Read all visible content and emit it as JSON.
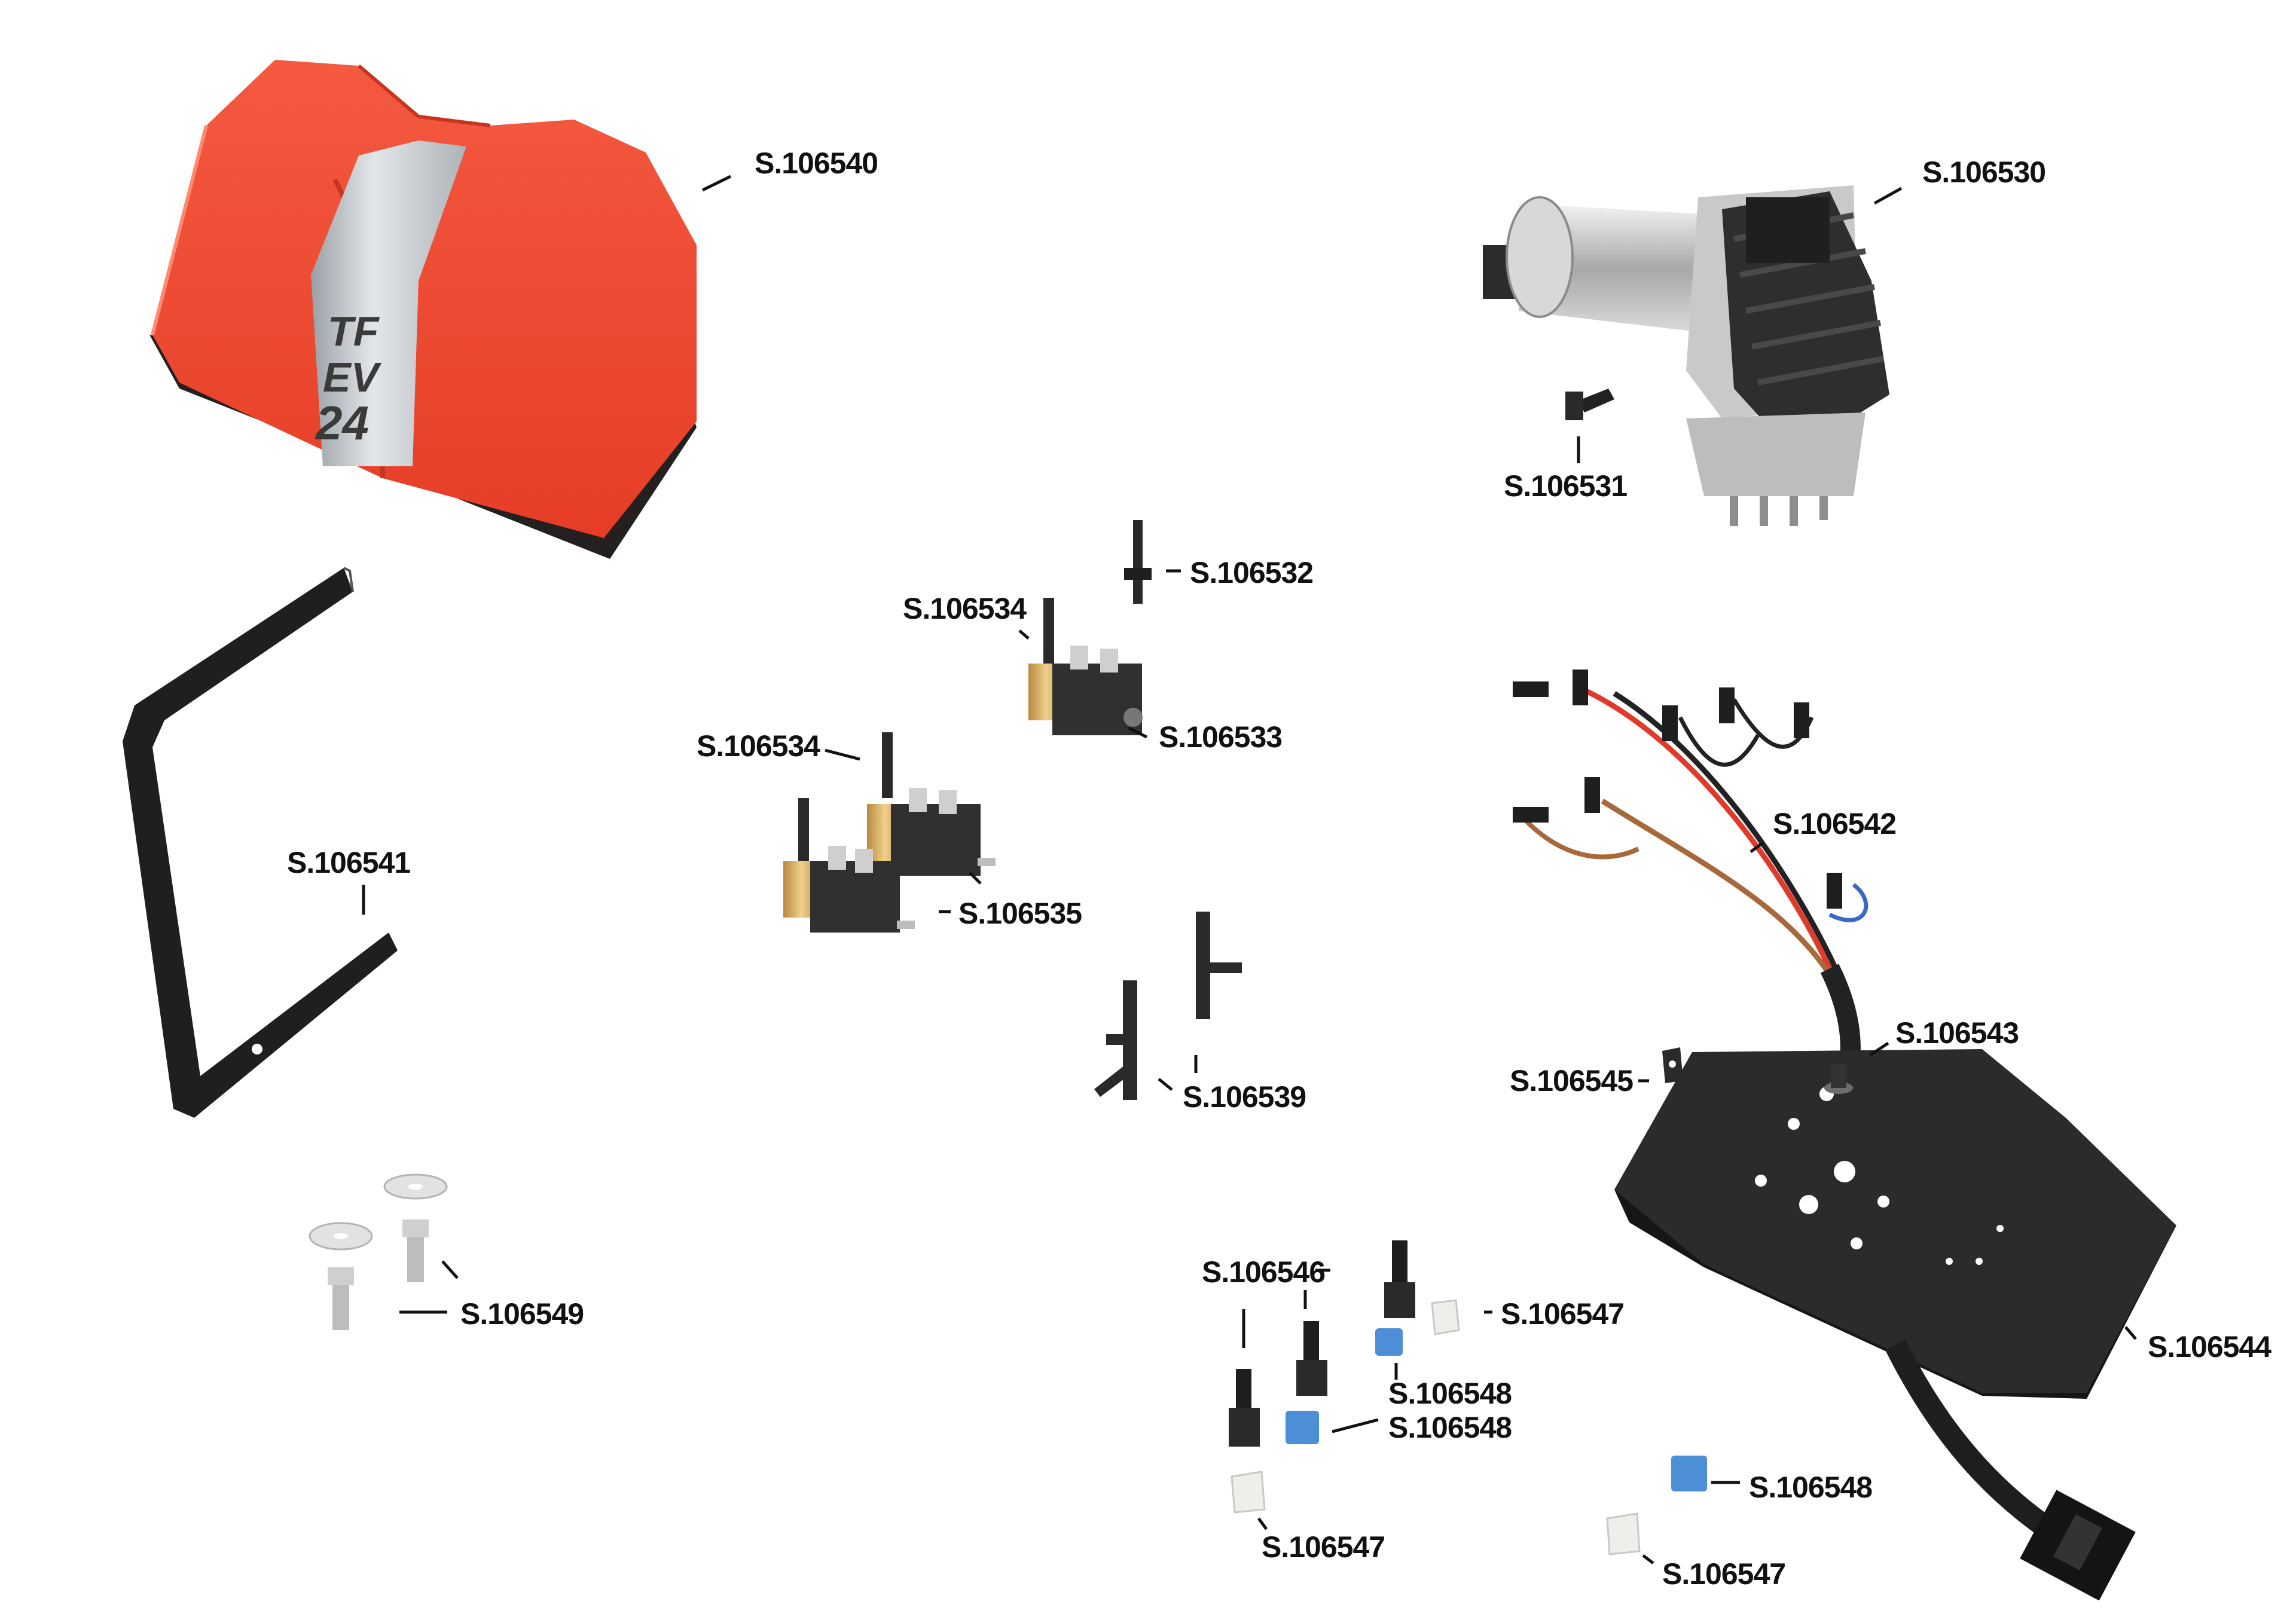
{
  "product": {
    "cover_marking": [
      "TF",
      "EV",
      "24"
    ]
  },
  "parts": [
    {
      "id": "cover",
      "code": "S.106540"
    },
    {
      "id": "compressor",
      "code": "S.106530"
    },
    {
      "id": "elbow-fitting",
      "code": "S.106531"
    },
    {
      "id": "inline-connector",
      "code": "S.106532"
    },
    {
      "id": "fitting-upper",
      "code": "S.106534"
    },
    {
      "id": "solenoid-valve",
      "code": "S.106533"
    },
    {
      "id": "fitting-lower",
      "code": "S.106534"
    },
    {
      "id": "solenoid-valve-pair",
      "code": "S.106535"
    },
    {
      "id": "bracket",
      "code": "S.106541"
    },
    {
      "id": "tee-connectors",
      "code": "S.106539"
    },
    {
      "id": "wiring-harness",
      "code": "S.106542"
    },
    {
      "id": "grommet",
      "code": "S.106543"
    },
    {
      "id": "clip",
      "code": "S.106545"
    },
    {
      "id": "base-plate",
      "code": "S.106544"
    },
    {
      "id": "hose-nipples",
      "code": "S.106546"
    },
    {
      "id": "cap-a",
      "code": "S.106547"
    },
    {
      "id": "clamp-a",
      "code": "S.106548"
    },
    {
      "id": "clamp-b",
      "code": "S.106548"
    },
    {
      "id": "cap-b",
      "code": "S.106547"
    },
    {
      "id": "clamp-c",
      "code": "S.106548"
    },
    {
      "id": "cap-c",
      "code": "S.106547"
    },
    {
      "id": "screws-washers",
      "code": "S.106549"
    }
  ],
  "colors": {
    "cover_red": "#ee4b32",
    "cover_stripe": "#c8ccd0",
    "metal_dark": "#262626",
    "brass": "#d0a35a",
    "hose_blue": "#4d8fd6",
    "cap_white": "#eeeeea"
  }
}
